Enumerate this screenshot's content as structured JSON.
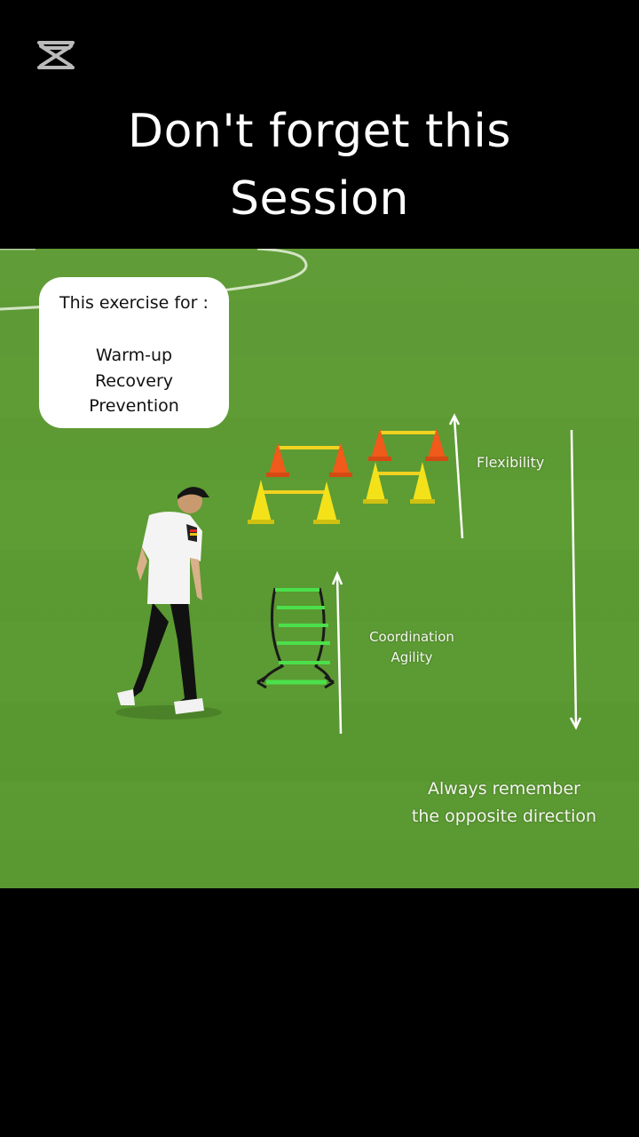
{
  "app": {
    "logo_icon": "capcut-logo-icon"
  },
  "headline": {
    "line1": "Don't forget this",
    "line2": "Session"
  },
  "callout": {
    "title": "This exercise for :",
    "items": [
      "Warm-up",
      "Recovery",
      "Prevention"
    ]
  },
  "annotations": {
    "flexibility": "Flexibility",
    "coordination": "Coordination",
    "agility": "Agility",
    "remember_line1": "Always remember",
    "remember_line2": "the opposite direction"
  },
  "colors": {
    "background": "#000000",
    "turf": "#5c9a33",
    "cone_orange": "#f05a1a",
    "cone_yellow": "#f3e21a",
    "ladder_green": "#4be04b"
  }
}
